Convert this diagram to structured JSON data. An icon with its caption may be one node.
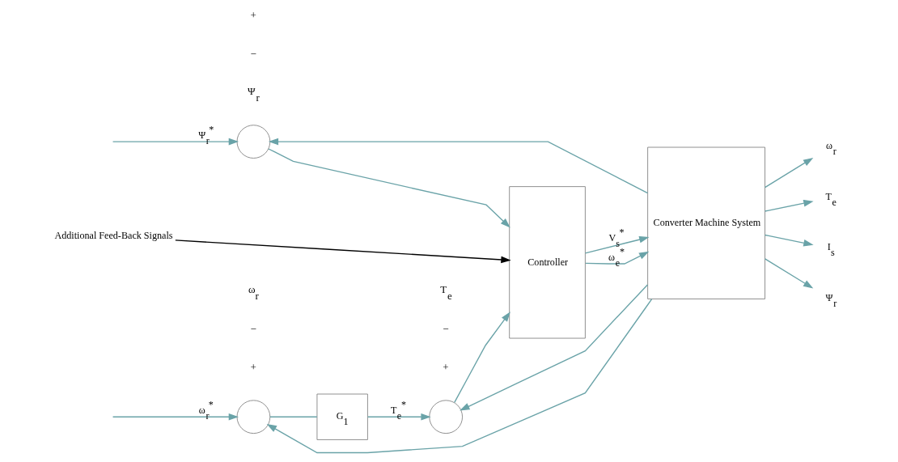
{
  "diagram": {
    "nodes": [
      {
        "text": [],
        "shape": "circle"
      },
      {
        "text": [
          "G$_{1}$"
        ]
      },
      {
        "text": [],
        "shape": "circle"
      },
      {
        "text": [
          "Controller"
        ]
      },
      {
        "text": [
          "Converter Machine System"
        ]
      },
      {
        "text": [],
        "shape": "circle"
      },
      {
        "text": [
          "Additional Feed-Back Signals"
        ]
      },
      {
        "text": [
          "ω$_{r}$"
        ]
      },
      {
        "text": [
          "T$_{e}$"
        ]
      },
      {
        "text": [
          "I$_{s}$"
        ]
      },
      {
        "text": [
          "Ψ$_{r}$"
        ]
      }
    ],
    "edges": [
      {
        "from": null,
        "to": 0,
        "arrow": "to",
        "label": "ω$_{r}$$^{*}$"
      },
      {
        "from": 0,
        "to": 1,
        "arrow": "none"
      },
      {
        "from": 1,
        "to": 2,
        "arrow": "to",
        "label": "T$_{e}$$^{*}$"
      },
      {
        "from": 2,
        "to": 3,
        "arrow": "to"
      },
      {
        "from": null,
        "to": 5,
        "arrow": "to",
        "label": "Ψ$_{r}$$^{*}$"
      },
      {
        "from": 5,
        "to": 3,
        "arrow": "to"
      },
      {
        "from": 6,
        "to": 3,
        "arrow": "to",
        "color": "#000000"
      },
      {
        "from": 3,
        "to": 4,
        "arrow": "to",
        "label": "V$_{s}$$^{*}$"
      },
      {
        "from": 3,
        "to": 4,
        "arrow": "to",
        "label": "ω$_{e}$$^{*}$"
      },
      {
        "from": 4,
        "to": 7,
        "arrow": "to"
      },
      {
        "from": 4,
        "to": 8,
        "arrow": "to"
      },
      {
        "from": 4,
        "to": 9,
        "arrow": "to"
      },
      {
        "from": 4,
        "to": 10,
        "arrow": "to"
      },
      {
        "from": 4,
        "to": 0,
        "arrow": "to"
      },
      {
        "from": 4,
        "to": 2,
        "arrow": "to"
      },
      {
        "from": 4,
        "to": 5,
        "arrow": "to"
      }
    ],
    "labels": [
      "ω$_{r}$",
      "−",
      "+",
      "T$_{e}$",
      "−",
      "+",
      "+",
      "−",
      "Ψ$_{r}$"
    ]
  }
}
